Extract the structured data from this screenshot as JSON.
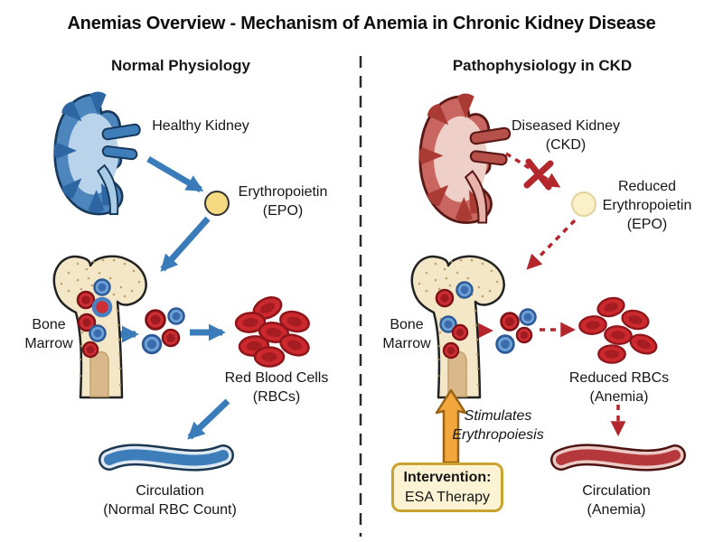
{
  "title": "Anemias Overview - Mechanism of Anemia in Chronic Kidney Disease",
  "left": {
    "heading": "Normal Physiology",
    "kidney_label": "Healthy Kidney",
    "epo_label": "Erythropoietin\n(EPO)",
    "bone_marrow_label": "Bone\nMarrow",
    "rbc_label": "Red Blood Cells\n(RBCs)",
    "circulation_label": "Circulation\n(Normal RBC Count)"
  },
  "right": {
    "heading": "Pathophysiology in CKD",
    "kidney_label": "Diseased Kidney\n(CKD)",
    "epo_label": "Reduced\nErythropoietin\n(EPO)",
    "bone_marrow_label": "Bone\nMarrow",
    "rbc_label": "Reduced RBCs\n(Anemia)",
    "stimulates_label": "Stimulates\nErythropoiesis",
    "intervention": {
      "title": "Intervention:",
      "body": "ESA Therapy"
    },
    "circulation_label": "Circulation\n(Anemia)"
  },
  "colors": {
    "normal_blue": "#3d7dba",
    "disease_red": "#b2262c",
    "epo_yellow": "#f6da82",
    "epo_pale": "#fbf1c9",
    "intervention_orange": "#f2a73d",
    "box_fill": "#fbf3d3",
    "box_border": "#c9a22f"
  }
}
